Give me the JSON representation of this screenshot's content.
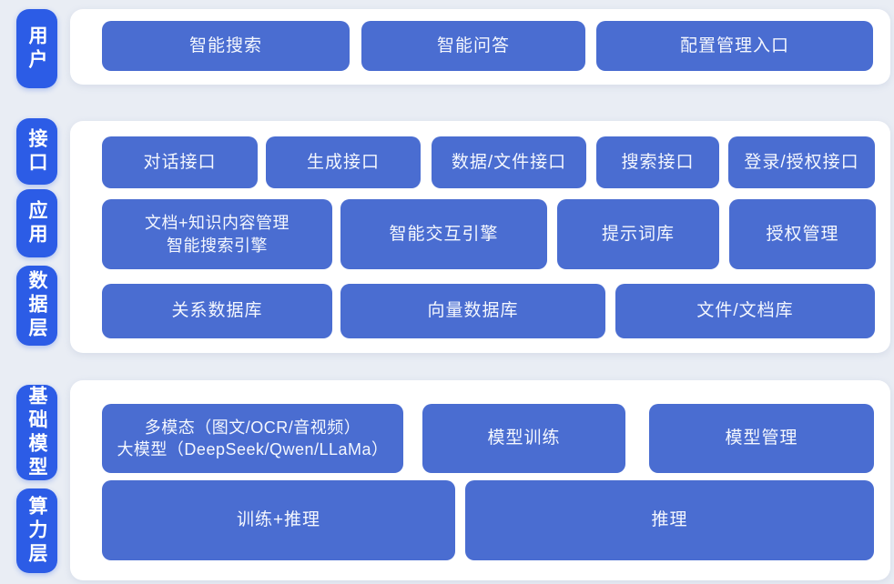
{
  "palette": {
    "page_bg": "#e9edf4",
    "panel_bg": "#ffffff",
    "label_bg": "#2c5ce6",
    "box_bg": "#4a6dd1",
    "box_text": "#f4f7fe"
  },
  "layers": {
    "user": "用户",
    "interface": "接口",
    "application": "应用",
    "data": "数据层",
    "foundation_model": "基础模型",
    "compute": "算力层"
  },
  "boxes": {
    "row_user": [
      {
        "label": "智能搜索"
      },
      {
        "label": "智能问答"
      },
      {
        "label": "配置管理入口"
      }
    ],
    "row_interface": [
      {
        "label": "对话接口"
      },
      {
        "label": "生成接口"
      },
      {
        "label": "数据/文件接口"
      },
      {
        "label": "搜索接口"
      },
      {
        "label": "登录/授权接口"
      }
    ],
    "row_application": [
      {
        "line1": "文档+知识内容管理",
        "line2": "智能搜索引擎"
      },
      {
        "label": "智能交互引擎"
      },
      {
        "label": "提示词库"
      },
      {
        "label": "授权管理"
      }
    ],
    "row_data": [
      {
        "label": "关系数据库"
      },
      {
        "label": "向量数据库"
      },
      {
        "label": "文件/文档库"
      }
    ],
    "row_model": [
      {
        "line1": "多模态（图文/OCR/音视频）",
        "line2": "大模型（DeepSeek/Qwen/LLaMa）"
      },
      {
        "label": "模型训练"
      },
      {
        "label": "模型管理"
      }
    ],
    "row_compute": [
      {
        "label": "训练+推理"
      },
      {
        "label": "推理"
      }
    ]
  }
}
